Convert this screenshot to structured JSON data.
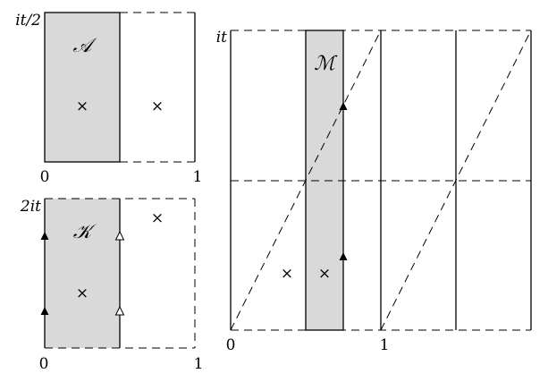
{
  "panels": {
    "A": {
      "region_label": "𝒜",
      "top_label": "it/2",
      "left_label": "0",
      "right_label": "1",
      "region_fill": "#d9d9d9"
    },
    "K": {
      "region_label": "𝒦",
      "top_label": "2it",
      "left_label": "0",
      "right_label": "1",
      "region_fill": "#d9d9d9"
    },
    "M": {
      "region_label": "ℳ",
      "top_label": "it",
      "left_label": "0",
      "right_label": "1",
      "region_fill": "#d9d9d9"
    }
  },
  "markers": {
    "cross_glyph": "×",
    "filled_arrow_glyph": "▲",
    "open_arrow_glyph": "△"
  },
  "colors": {
    "stroke": "#000000",
    "background": "#ffffff"
  }
}
